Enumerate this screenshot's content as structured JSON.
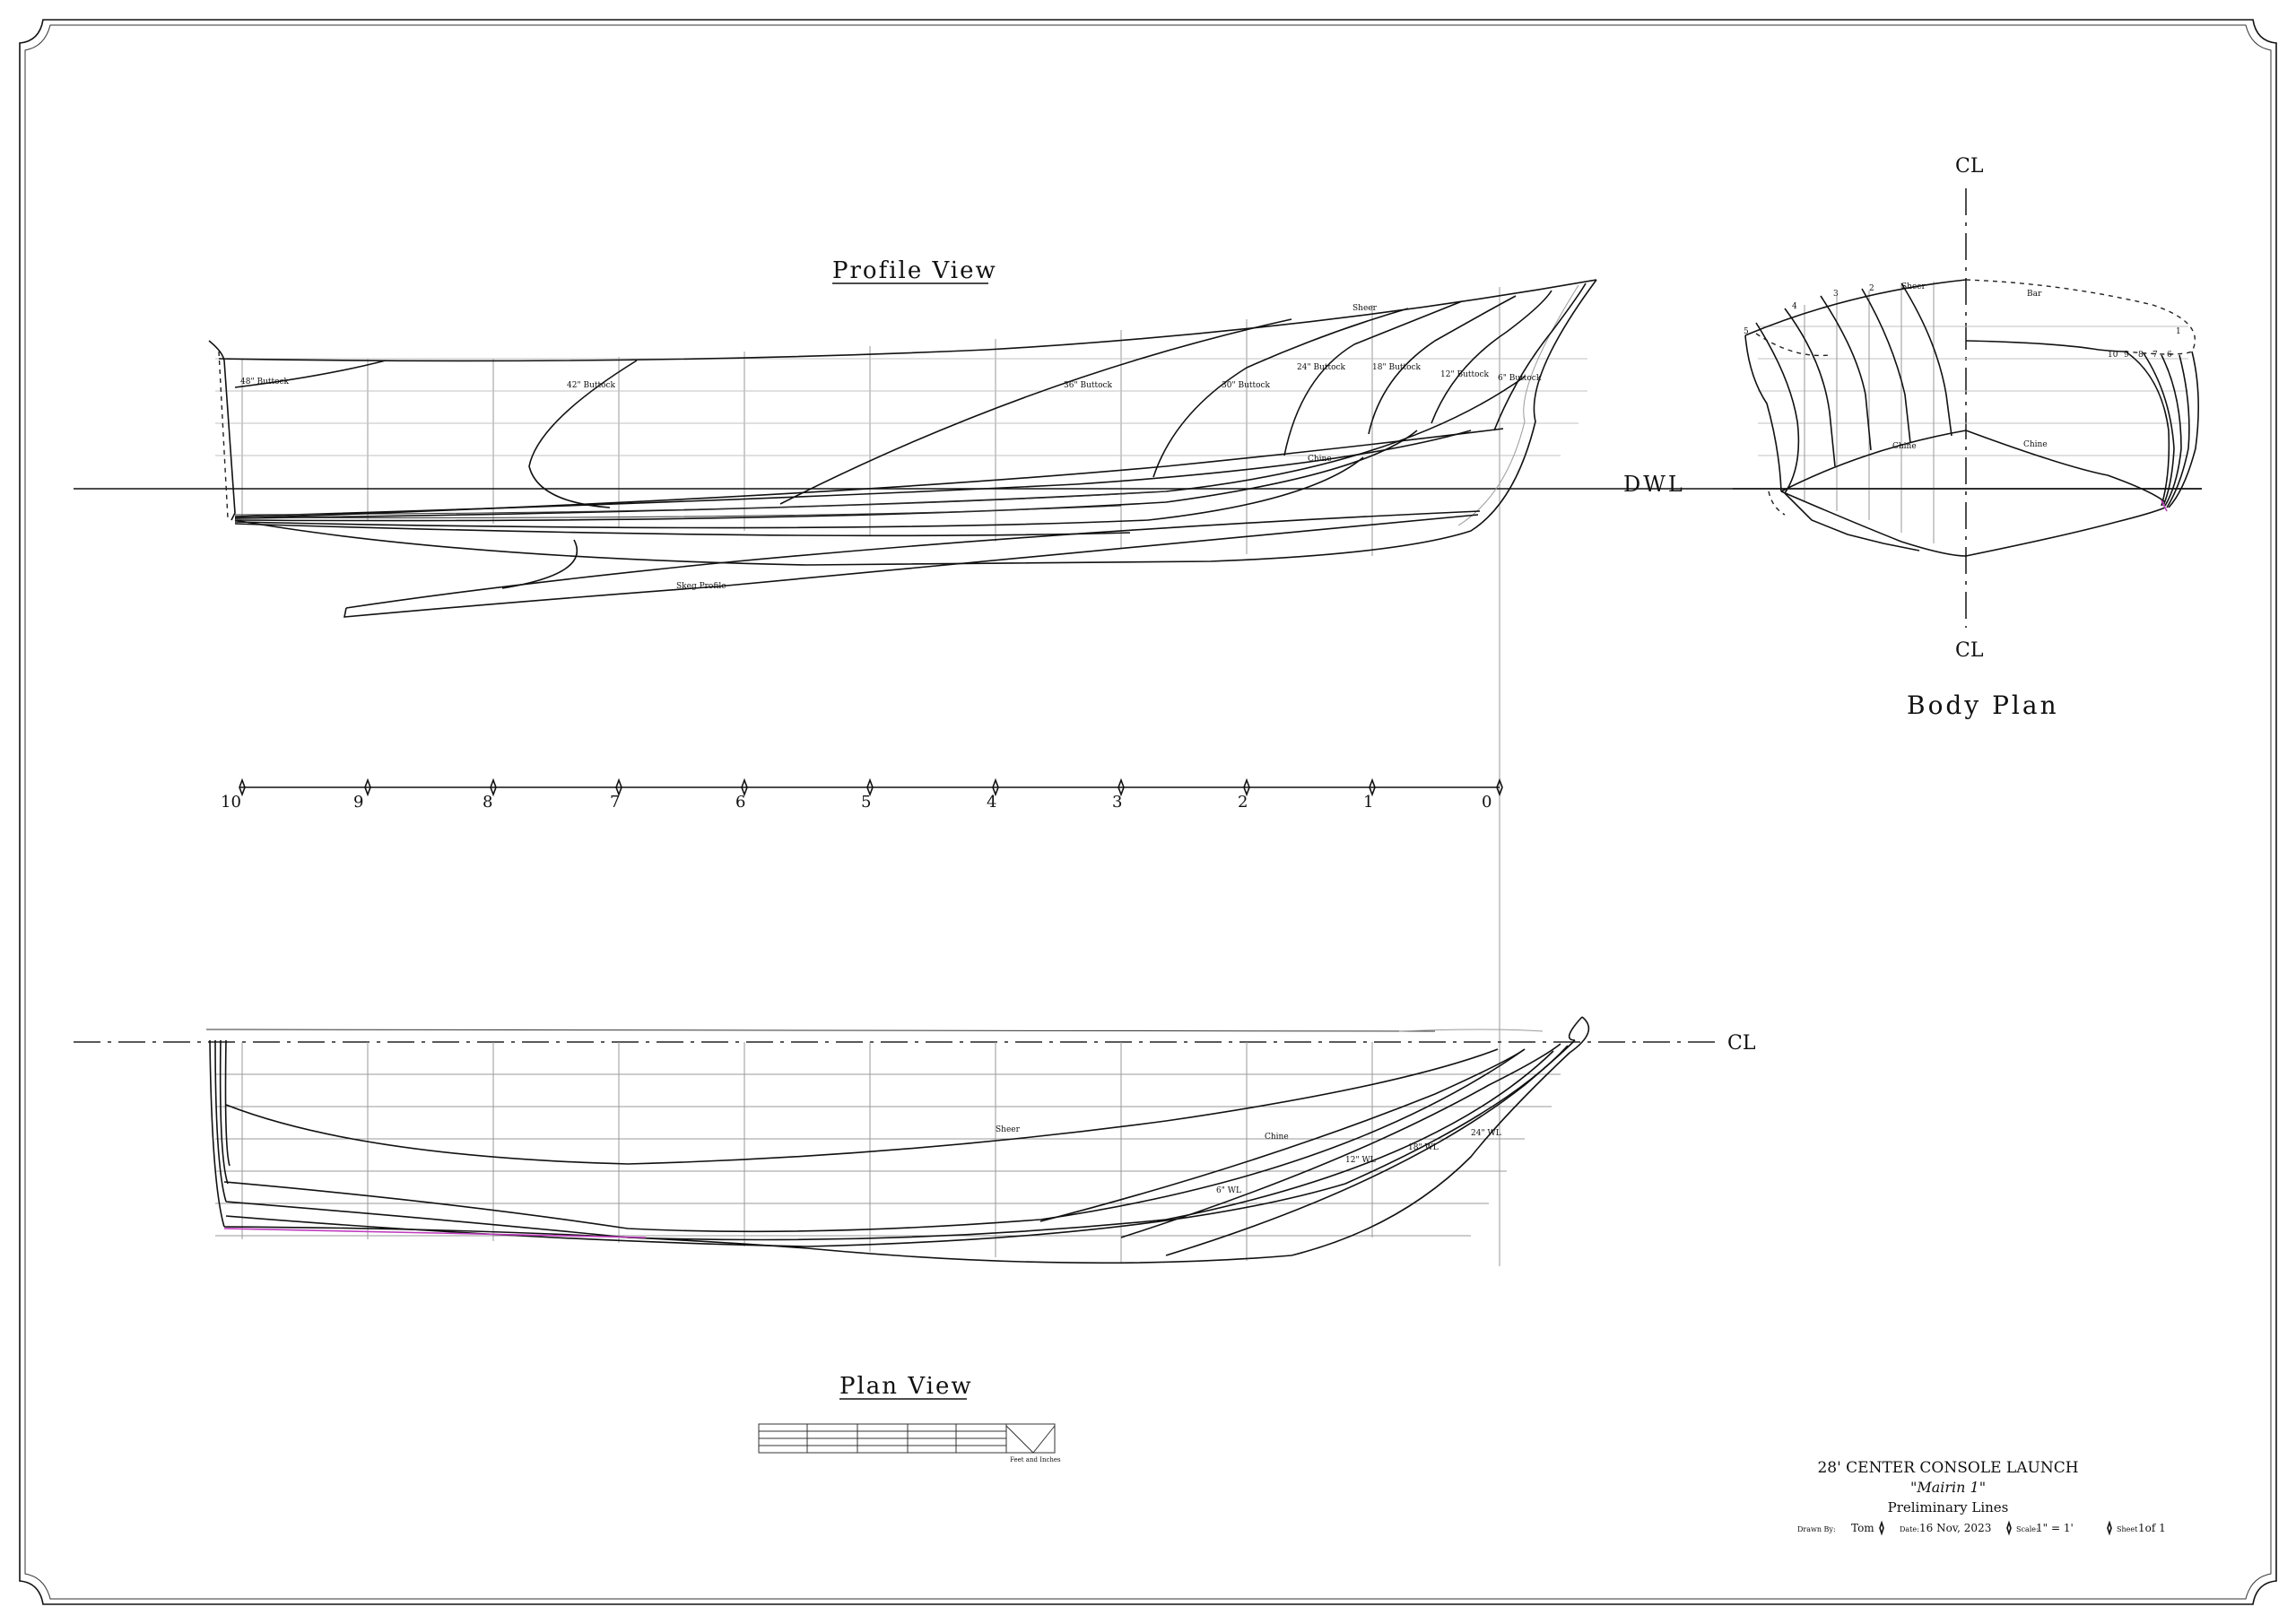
{
  "titles": {
    "profile": "Profile View",
    "plan": "Plan View",
    "body": "Body Plan",
    "dwl": "DWL",
    "centerline": "CL"
  },
  "stations": [
    "10",
    "9",
    "8",
    "7",
    "6",
    "5",
    "4",
    "3",
    "2",
    "1",
    "0"
  ],
  "profile_labels": {
    "sheer": "Sheer",
    "chine": "Chine",
    "skeg": "Skeg Profile",
    "buttocks": [
      "48\" Buttock",
      "42\" Buttock",
      "36\" Buttock",
      "30\" Buttock",
      "24\" Buttock",
      "18\" Buttock",
      "12\" Buttock",
      "6\" Buttock"
    ]
  },
  "plan_labels": {
    "sheer": "Sheer",
    "chine": "Chine",
    "waterlines": [
      "6\" WL",
      "12\" WL",
      "18\" WL",
      "24\" WL"
    ]
  },
  "body_labels": {
    "sheer": "Sheer",
    "chine": "Chine",
    "bar": "Bar",
    "stations": [
      "10",
      "9",
      "8",
      "7",
      "6",
      "5",
      "4",
      "3",
      "2",
      "1"
    ]
  },
  "scale_label": "Feet and Inches",
  "title_block": {
    "name": "28' CENTER CONSOLE LAUNCH",
    "boat": "\"Mairin 1\"",
    "subtitle": "Preliminary Lines",
    "drawn_by_label": "Drawn By:",
    "drawn_by": "Tom",
    "date_label": "Date:",
    "date": "16 Nov, 2023",
    "scale_label": "Scale:",
    "scale": "1\" = 1'",
    "sheet_label": "Sheet",
    "sheet": "1of 1"
  }
}
